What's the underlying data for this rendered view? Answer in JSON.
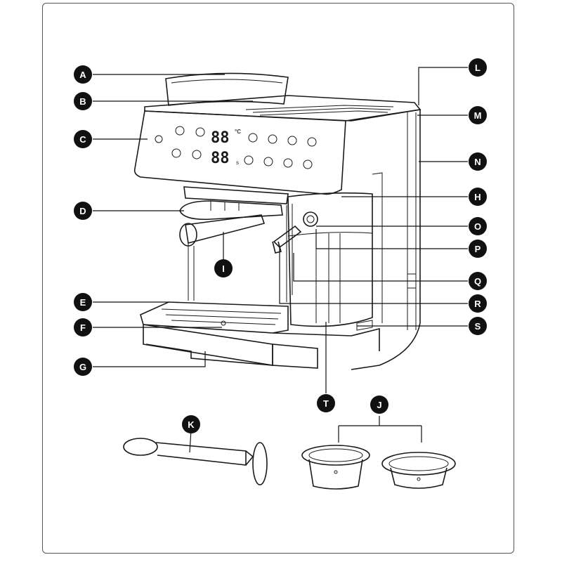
{
  "labels": [
    "A",
    "B",
    "C",
    "D",
    "E",
    "F",
    "G",
    "H",
    "I",
    "J",
    "K",
    "L",
    "M",
    "N",
    "O",
    "P",
    "Q",
    "R",
    "S",
    "T"
  ],
  "display": {
    "top_digits": "88",
    "top_unit": "°C",
    "bottom_digits": "88",
    "bottom_unit": "s"
  }
}
